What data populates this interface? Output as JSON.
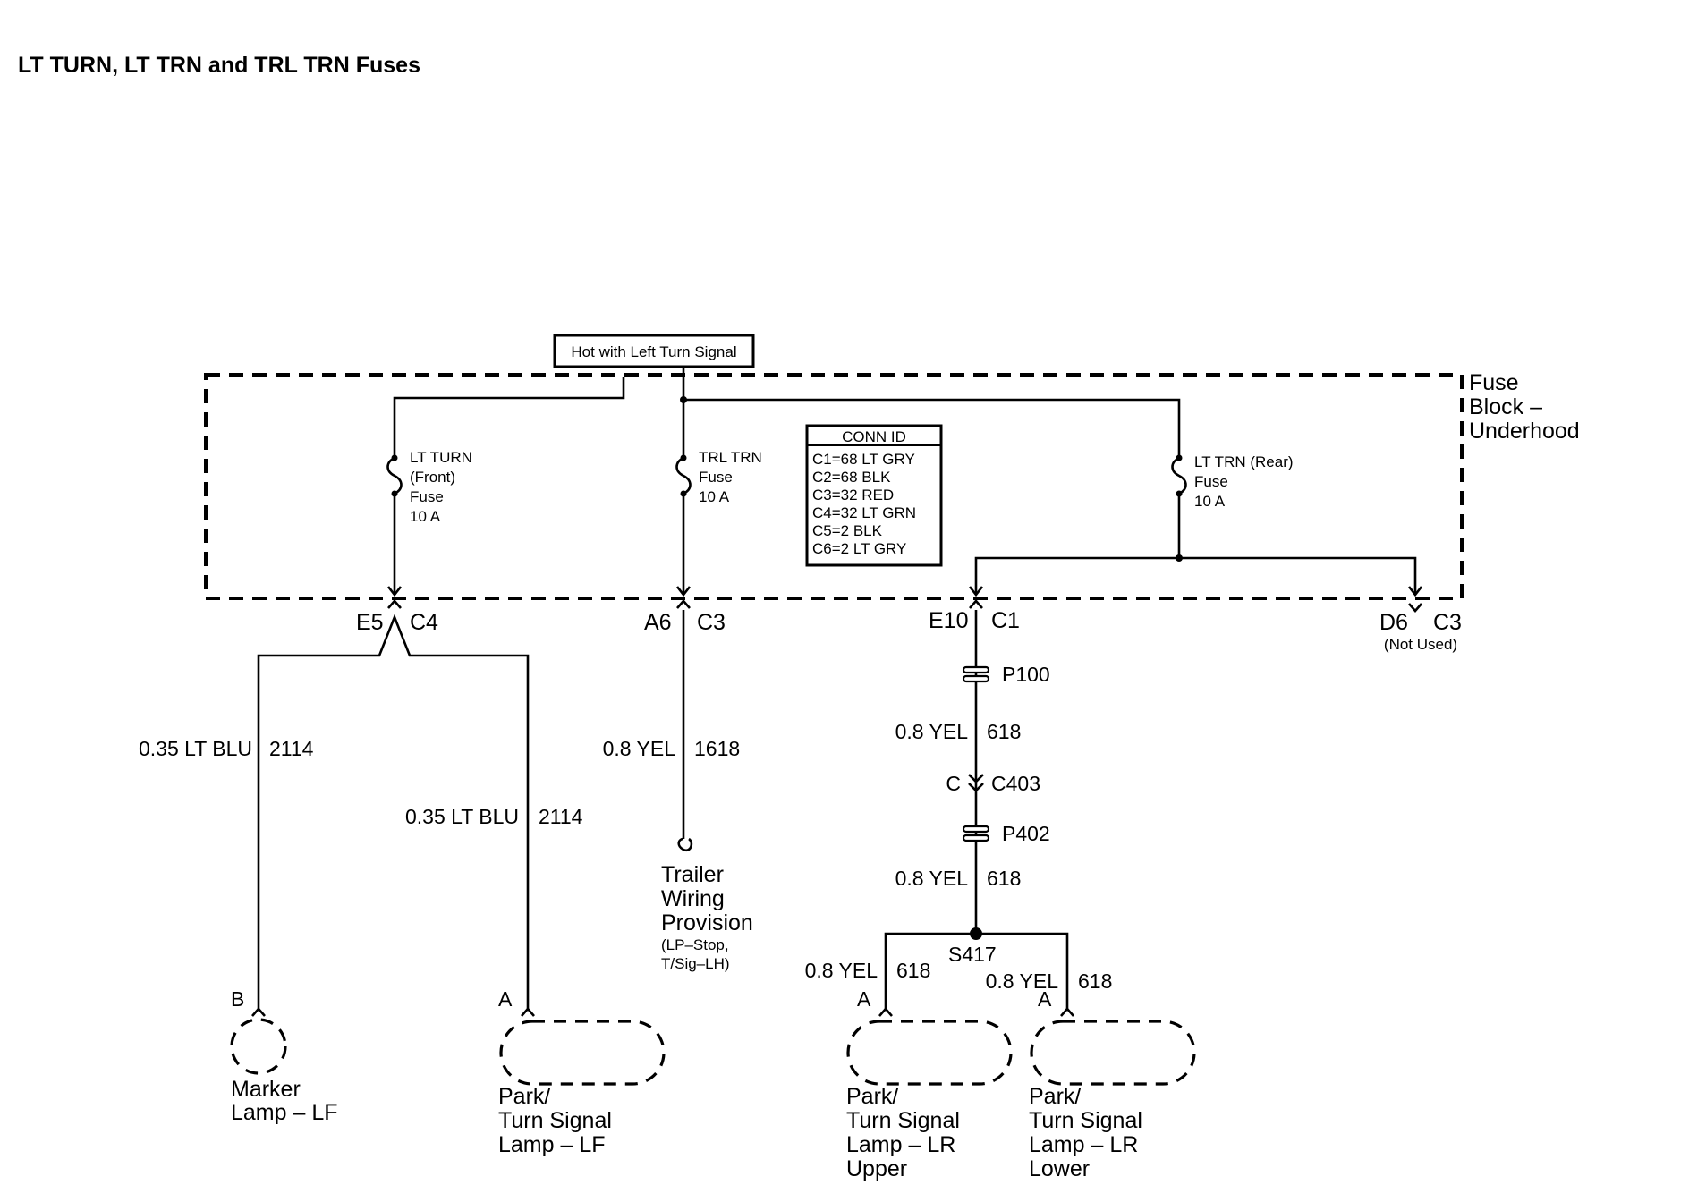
{
  "title": "LT TURN, LT TRN and TRL TRN Fuses",
  "hot_label": "Hot with Left Turn Signal",
  "fuse_block": {
    "line1": "Fuse",
    "line2": "Block –",
    "line3": "Underhood"
  },
  "fuses": {
    "lt_turn": {
      "line1": "LT TURN",
      "line2": "(Front)",
      "line3": "Fuse",
      "line4": "10 A"
    },
    "trl_trn": {
      "line1": "TRL TRN",
      "line2": "Fuse",
      "line3": "10 A"
    },
    "lt_trn_rear": {
      "line1": "LT TRN (Rear)",
      "line2": "Fuse",
      "line3": "10 A"
    }
  },
  "conn_id": {
    "title": "CONN ID",
    "rows": [
      "C1=68 LT GRY",
      "C2=68 BLK",
      "C3=32 RED",
      "C4=32 LT GRN",
      "C5=2 BLK",
      "C6=2 LT GRY"
    ]
  },
  "terminals": {
    "e5": "E5",
    "c4": "C4",
    "a6": "A6",
    "c3_a6": "C3",
    "e10": "E10",
    "c1": "C1",
    "d6": "D6",
    "c3_d6": "C3",
    "not_used": "(Not Used)"
  },
  "wires": {
    "marker_color": "0.35 LT BLU",
    "marker_circuit": "2114",
    "park_lf_color": "0.35 LT BLU",
    "park_lf_circuit": "2114",
    "trailer_color": "0.8 YEL",
    "trailer_circuit": "1618",
    "rear_color_1": "0.8 YEL",
    "rear_circuit_1": "618",
    "rear_color_2": "0.8 YEL",
    "rear_circuit_2": "618",
    "upper_color": "0.8 YEL",
    "upper_circuit": "618",
    "lower_color": "0.8 YEL",
    "lower_circuit": "618"
  },
  "connectors": {
    "p100": "P100",
    "c403_pin": "C",
    "c403": "C403",
    "p402": "P402",
    "s417": "S417"
  },
  "trailer": {
    "line1": "Trailer",
    "line2": "Wiring",
    "line3": "Provision",
    "line4": "(LP–Stop,",
    "line5": "T/Sig–LH)"
  },
  "components": {
    "marker_lamp": {
      "pin": "B",
      "line1": "Marker",
      "line2": "Lamp – LF"
    },
    "park_lf": {
      "pin": "A",
      "line1": "Park/",
      "line2": "Turn Signal",
      "line3": "Lamp – LF"
    },
    "park_lr_upper": {
      "pin": "A",
      "line1": "Park/",
      "line2": "Turn Signal",
      "line3": "Lamp – LR",
      "line4": "Upper"
    },
    "park_lr_lower": {
      "pin": "A",
      "line1": "Park/",
      "line2": "Turn Signal",
      "line3": "Lamp – LR",
      "line4": "Lower"
    }
  }
}
